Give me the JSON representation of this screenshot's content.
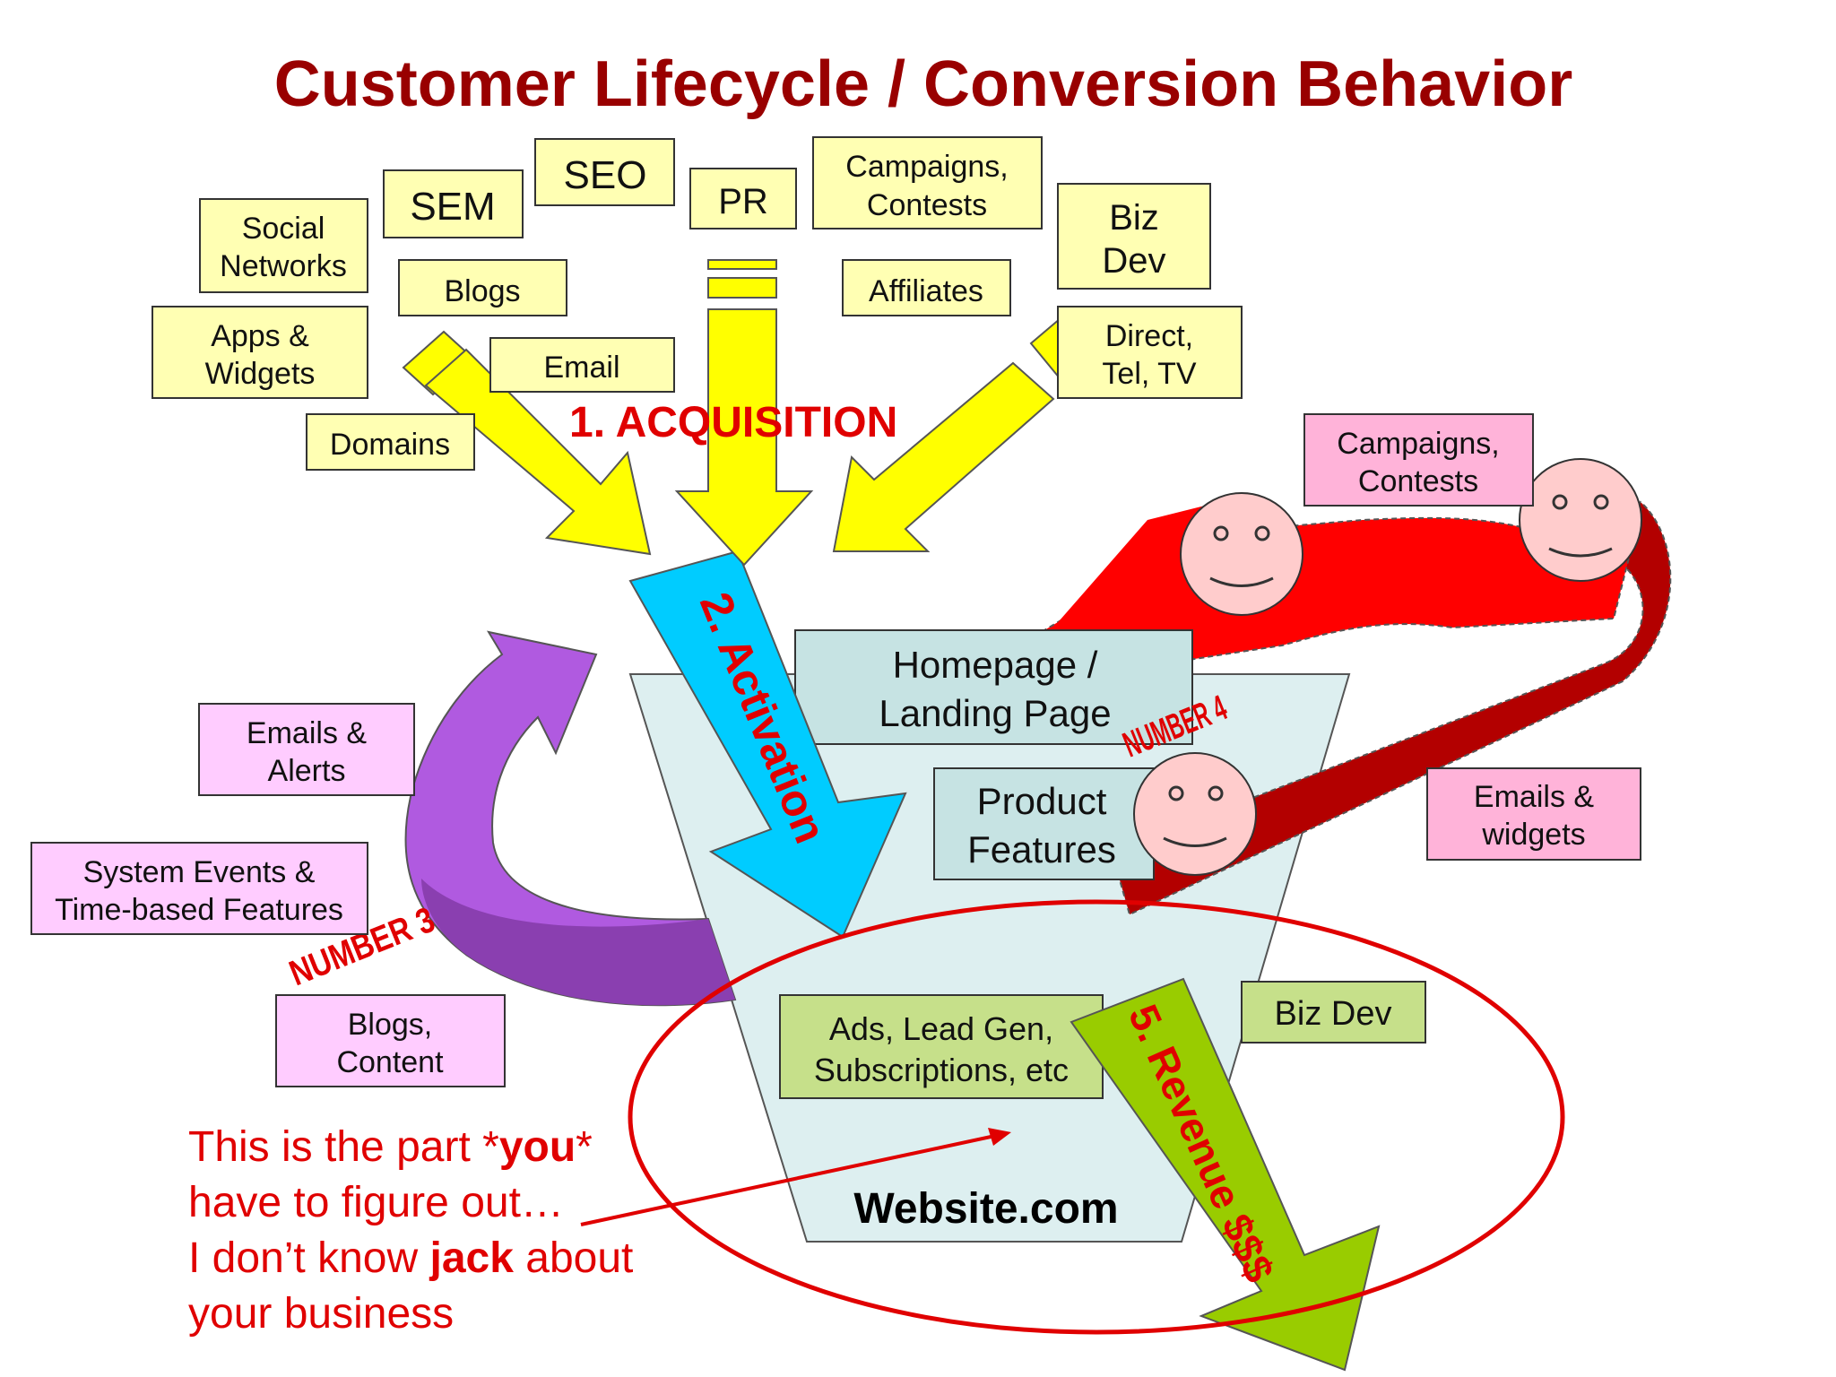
{
  "title": "Customer Lifecycle / Conversion Behavior",
  "colors": {
    "title": "#990000",
    "yellow_box": "#ffffb3",
    "yellow_arrow": "#ffff00",
    "pink_box": "#ffb3d9",
    "lilac_box": "#ffccff",
    "teal_box": "#c6e3e3",
    "green_box": "#c6e08a",
    "funnel": "#ddeff0",
    "activation_arrow": "#00ccff",
    "revenue_arrow": "#99cc00",
    "purple_arrow": "#9b4fc6",
    "red_arrow": "#e00000",
    "annotation": "#ff0000"
  },
  "acquisition": {
    "label": "1. ACQUISITION",
    "sources": {
      "social_networks": [
        "Social",
        "Networks"
      ],
      "sem": [
        "SEM"
      ],
      "seo": [
        "SEO"
      ],
      "pr": [
        "PR"
      ],
      "campaigns_contests": [
        "Campaigns,",
        "Contests"
      ],
      "biz_dev": [
        "Biz",
        "Dev"
      ],
      "blogs": [
        "Blogs"
      ],
      "affiliates": [
        "Affiliates"
      ],
      "apps_widgets": [
        "Apps &",
        "Widgets"
      ],
      "email": [
        "Email"
      ],
      "direct": [
        "Direct,",
        "Tel, TV"
      ],
      "domains": [
        "Domains"
      ]
    }
  },
  "activation": {
    "label": "2. Activation"
  },
  "retention": {
    "label": "NUMBER 3",
    "sources": {
      "emails_alerts": [
        "Emails &",
        "Alerts"
      ],
      "system_events": [
        "System Events &",
        "Time-based Features"
      ],
      "blogs_content": [
        "Blogs,",
        "Content"
      ]
    }
  },
  "referral": {
    "label": "NUMBER 4",
    "sources": {
      "campaigns_contests": [
        "Campaigns,",
        "Contests"
      ],
      "emails_widgets": [
        "Emails &",
        "widgets"
      ]
    }
  },
  "revenue": {
    "label": "5. Revenue $$$",
    "sources": {
      "ads": [
        "Ads, Lead Gen,",
        "Subscriptions, etc"
      ],
      "biz_dev": [
        "Biz Dev"
      ]
    }
  },
  "funnel": {
    "homepage": [
      "Homepage /",
      "Landing Page"
    ],
    "product": [
      "Product",
      "Features"
    ],
    "site_name": "Website.com"
  },
  "note": {
    "line1_pre": "This is the part *",
    "line1_bold": "you",
    "line1_post": "*",
    "line2": "have to figure out…",
    "line3_pre": "I don’t know ",
    "line3_bold": "jack",
    "line3_post": " about",
    "line4": "your business"
  }
}
